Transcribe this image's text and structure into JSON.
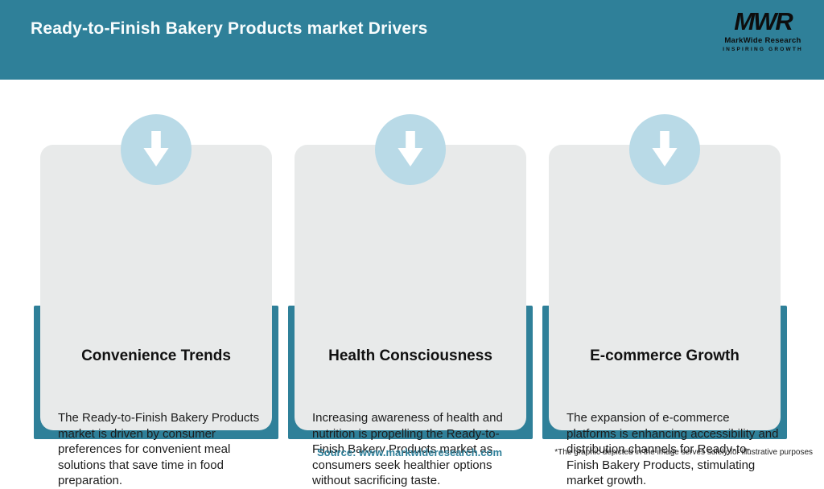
{
  "header": {
    "title": "Ready-to-Finish Bakery Products market Drivers",
    "logo": {
      "mark": "MWR",
      "name": "MarkWide Research",
      "tagline": "INSPIRING GROWTH"
    }
  },
  "cards": [
    {
      "icon": "down-arrow-icon",
      "title": "Convenience Trends",
      "body": "The Ready-to-Finish Bakery Products market is driven by consumer preferences for convenient meal solutions that save time in food preparation."
    },
    {
      "icon": "down-arrow-icon",
      "title": "Health Consciousness",
      "body": "Increasing awareness of health and nutrition is propelling the Ready-to-Finish Bakery Products market as consumers seek healthier options without sacrificing taste."
    },
    {
      "icon": "down-arrow-icon",
      "title": "E-commerce Growth",
      "body": "The expansion of e-commerce platforms is enhancing accessibility and distribution channels for Ready-to-Finish Bakery Products, stimulating market growth."
    }
  ],
  "footer": {
    "source": "Source: www.markwideresearch.com",
    "disclaimer": "*The graphic depicted in the image serves solely for illustrative purposes"
  },
  "colors": {
    "header_teal": "#2F8099",
    "card_gray": "#E8EAEA",
    "circle_blue": "#B9DAE7",
    "source_text_teal": "#2E7F99"
  }
}
